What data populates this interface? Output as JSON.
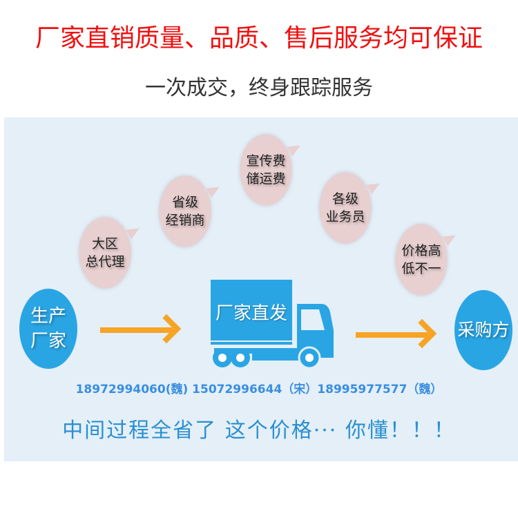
{
  "header": {
    "title": "厂家直销质量、品质、售后服务均可保证",
    "subtitle": "一次成交，终身跟踪服务"
  },
  "flow": {
    "start": [
      "生产",
      "厂家"
    ],
    "bubbles": [
      [
        "大区",
        "总代理"
      ],
      [
        "省级",
        "经销商"
      ],
      [
        "宣传费",
        "储运费"
      ],
      [
        "各级",
        "业务员"
      ],
      [
        "价格高",
        "低不一"
      ]
    ],
    "truck_label": "厂家直发",
    "end": "采购方"
  },
  "colors": {
    "title": "#f01010",
    "accent": "#2aa5e4",
    "arrow": "#f7a324",
    "panel": "#e4eff8"
  },
  "contact": "18972994060(魏) 15072996644（宋）18995977577（魏）",
  "slogan": "中间过程全省了  这个价格···  你懂！！！"
}
